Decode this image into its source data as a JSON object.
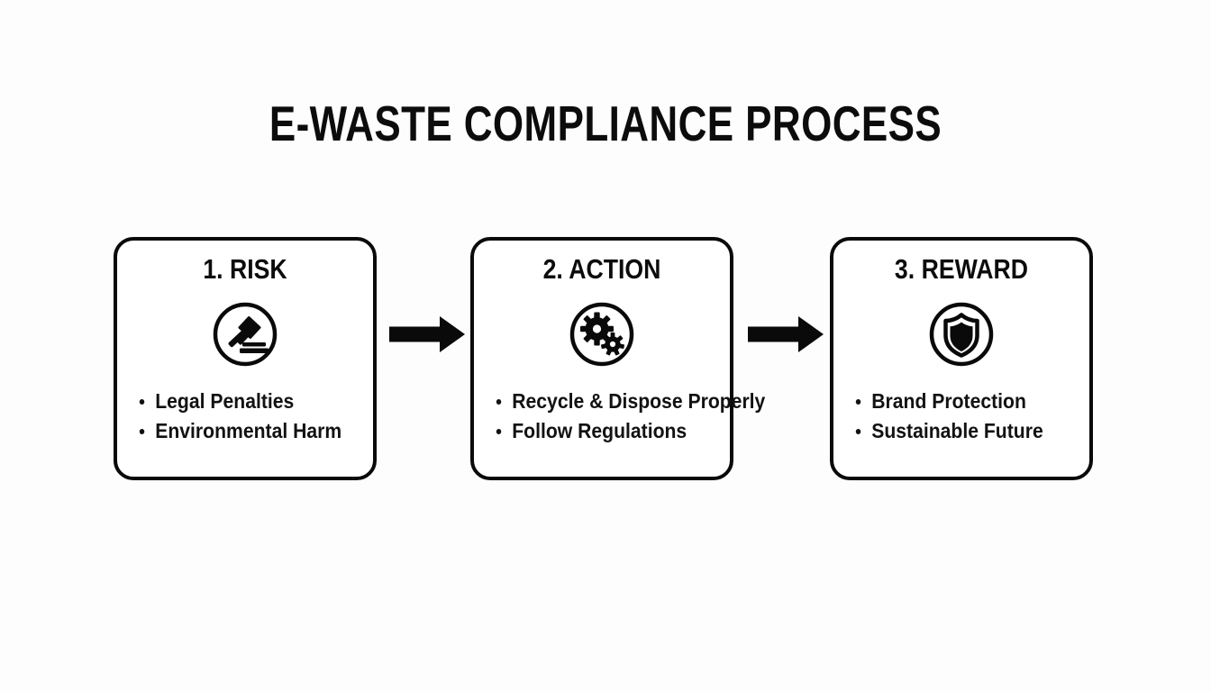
{
  "slide": {
    "title": "E-WASTE COMPLIANCE PROCESS",
    "background_color": "#fdfdfd",
    "ink_color": "#0a0a0a"
  },
  "cards": [
    {
      "heading": "1. RISK",
      "icon": "gavel-icon",
      "bullets": [
        "Legal Penalties",
        "Environmental Harm"
      ]
    },
    {
      "heading": "2. ACTION",
      "icon": "gears-icon",
      "bullets": [
        "Recycle & Dispose Properly",
        "Follow Regulations"
      ]
    },
    {
      "heading": "3. REWARD",
      "icon": "shield-icon",
      "bullets": [
        "Brand Protection",
        "Sustainable Future"
      ]
    }
  ],
  "connectors": [
    {
      "name": "arrow-risk-to-action",
      "direction": "right"
    },
    {
      "name": "arrow-action-to-reward",
      "direction": "right"
    }
  ]
}
